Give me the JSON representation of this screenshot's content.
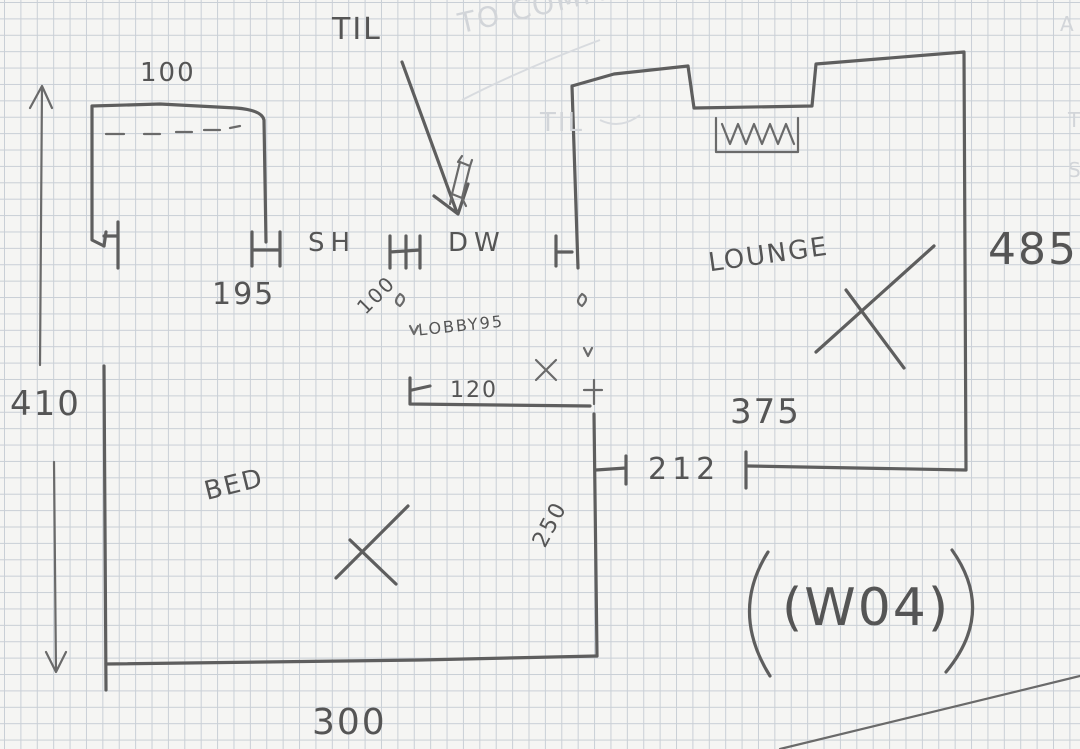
{
  "labels": {
    "til_arrow": "TIL",
    "faint_communal": "TO COMMUNAL",
    "faint_til": "TIL",
    "edge_a": "A",
    "edge_t": "T",
    "edge_s": "S",
    "bed_top_width": "100",
    "overall_height": "410",
    "bed_top_depth": "195",
    "sh_code": "SH",
    "dw_code": "DW",
    "lobby_side": "100",
    "lobby": "LOBBY95",
    "lobby_width": "120",
    "lounge": "LOUNGE",
    "lounge_height": "485",
    "lounge_width": "375",
    "gap_width": "212",
    "bed": "BED",
    "bed_side": "250",
    "unit_code": "(W04)",
    "overall_width": "300"
  },
  "colors": {
    "ink": "#5e5e5e",
    "grid": "#c9cfd6",
    "paper": "#f5f5f3"
  }
}
